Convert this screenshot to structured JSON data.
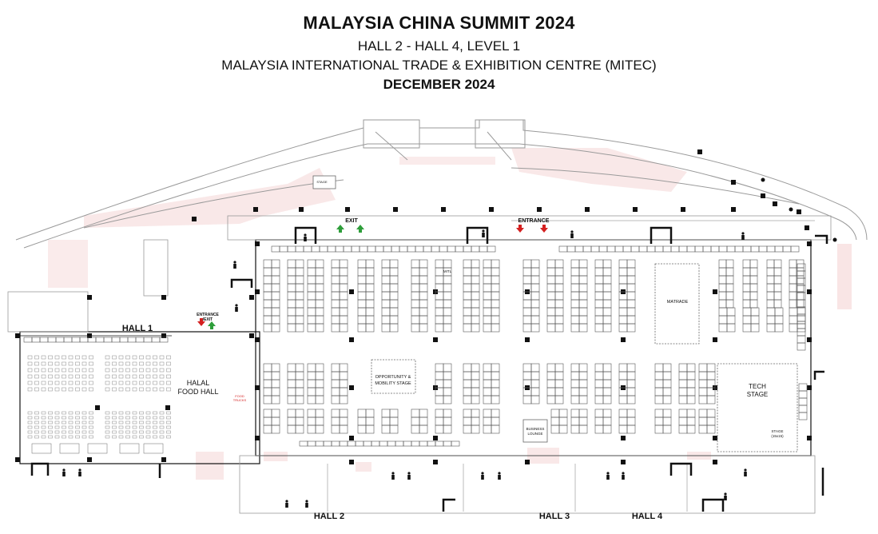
{
  "header": {
    "title": "MALAYSIA CHINA SUMMIT 2024",
    "subtitle": "HALL 2 - HALL 4, LEVEL 1",
    "venue": "MALAYSIA INTERNATIONAL TRADE & EXHIBITION CENTRE (MITEC)",
    "date": "DECEMBER 2024"
  },
  "labels": {
    "exit": "EXIT",
    "entrance": "ENTRANCE",
    "entrance_exit_line1": "ENTRANCE",
    "entrance_exit_line2": "/EXIT",
    "hall1": "HALL 1",
    "hall2": "HALL 2",
    "hall3": "HALL 3",
    "hall4": "HALL 4",
    "halal_line1": "HALAL",
    "halal_line2": "FOOD HALL",
    "opportunity_line1": "OPPORTUNITY &",
    "opportunity_line2": "MOBILITY STAGE",
    "matrade": "MATRADE",
    "tech_line1": "TECH",
    "tech_line2": "STAGE",
    "stage_line1": "STAGE",
    "stage_line2": "(15x15)",
    "business_line1": "BUSINESS",
    "business_line2": "LOUNGE",
    "food_trucks_line1": "FOOD",
    "food_trucks_line2": "TRUCKS",
    "top_stage": "STAGE",
    "mitl": "MITL"
  },
  "colors": {
    "exit_arrow": "#2e9e3a",
    "entrance_arrow": "#d42020",
    "red_text": "#d42020",
    "booth_stroke": "#444444",
    "wall": "#111111",
    "light_wall": "#bbbbbb",
    "pink_zone": "#f7dede"
  }
}
